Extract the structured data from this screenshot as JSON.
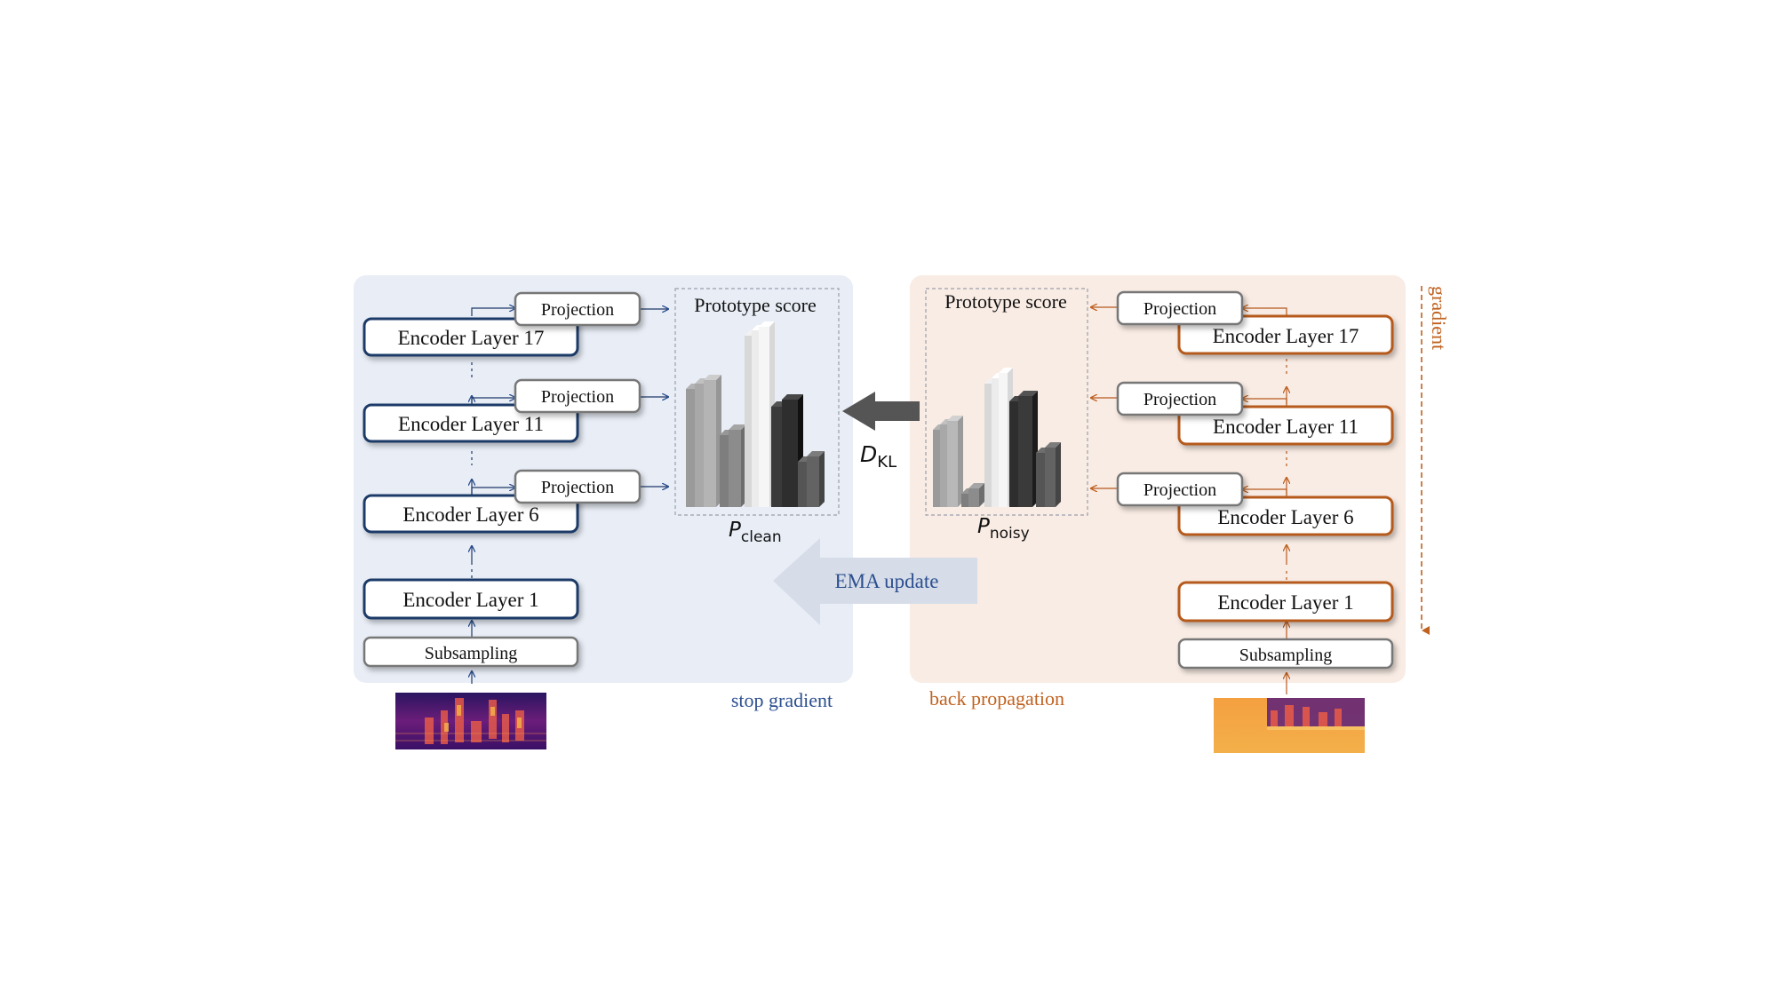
{
  "colors": {
    "left_panel_bg": "#e8edf6",
    "right_panel_bg": "#f9ece4",
    "blue_accent": "#1f3a68",
    "blue_text": "#2c4f8f",
    "orange_accent": "#b65a1f",
    "orange_text": "#c0611f",
    "gray_box": "#7a7a7a",
    "ema_arrow": "#d6dde8",
    "kl_arrow": "#555555"
  },
  "left": {
    "subsampling": "Subsampling",
    "layers": [
      "Encoder Layer 17",
      "Encoder Layer 11",
      "Encoder Layer 6",
      "Encoder Layer 1"
    ],
    "projections": [
      "Projection",
      "Projection",
      "Projection"
    ],
    "prototype_title": "Prototype score",
    "p_symbol": "P",
    "p_subscript": "clean",
    "caption": "stop gradient",
    "spectrogram": "clean-spectrogram"
  },
  "right": {
    "subsampling": "Subsampling",
    "layers": [
      "Encoder Layer 17",
      "Encoder Layer 11",
      "Encoder Layer 6",
      "Encoder Layer 1"
    ],
    "projections": [
      "Projection",
      "Projection",
      "Projection"
    ],
    "prototype_title": "Prototype score",
    "p_symbol": "P",
    "p_subscript": "noisy",
    "caption": "back propagation",
    "gradient_label": "gradient",
    "spectrogram": "noisy-spectrogram"
  },
  "middle": {
    "kl_symbol": "D",
    "kl_subscript": "KL",
    "ema_label": "EMA update"
  }
}
